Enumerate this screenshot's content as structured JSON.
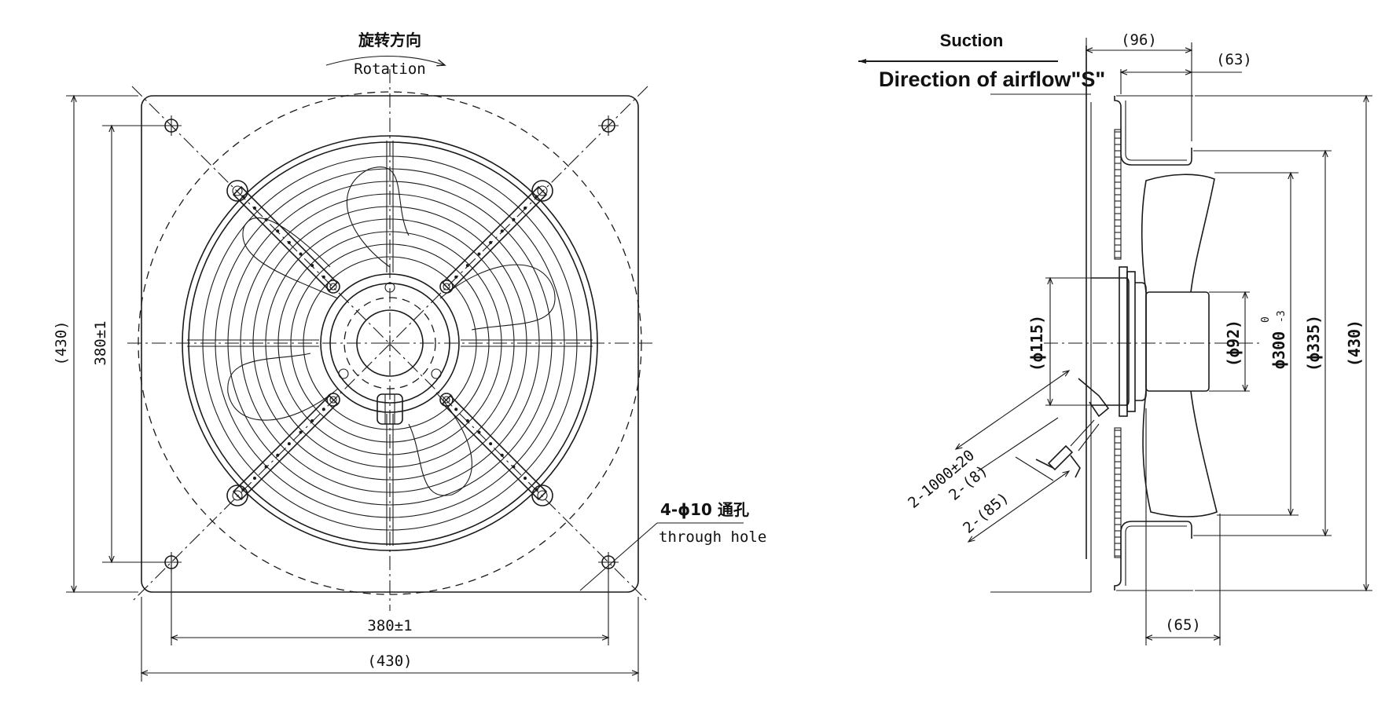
{
  "front_view": {
    "rotation_cn": "旋转方向",
    "rotation_en": "Rotation",
    "width_outer": "(430)",
    "width_holes": "380±1",
    "height_outer": "(430)",
    "height_holes": "380±1",
    "hole_spec": "4-ϕ10 通孔",
    "hole_note": "through hole"
  },
  "side_view": {
    "suction": "Suction",
    "airflow": "Direction of airflow\"S\"",
    "depth_total": "(96)",
    "depth_front": "(63)",
    "depth_motor": "(65)",
    "dia_motor": "(ϕ115)",
    "dia_hub": "(ϕ92)",
    "dia_impeller": "ϕ300",
    "dia_impeller_tol_upper": "0",
    "dia_impeller_tol_lower": "-3",
    "dia_housing": "(ϕ335)",
    "height_outer": "(430)",
    "cable_length": "2-1000±20",
    "cable_strip": "2-(8)",
    "cable_sheath": "2-(85)"
  }
}
